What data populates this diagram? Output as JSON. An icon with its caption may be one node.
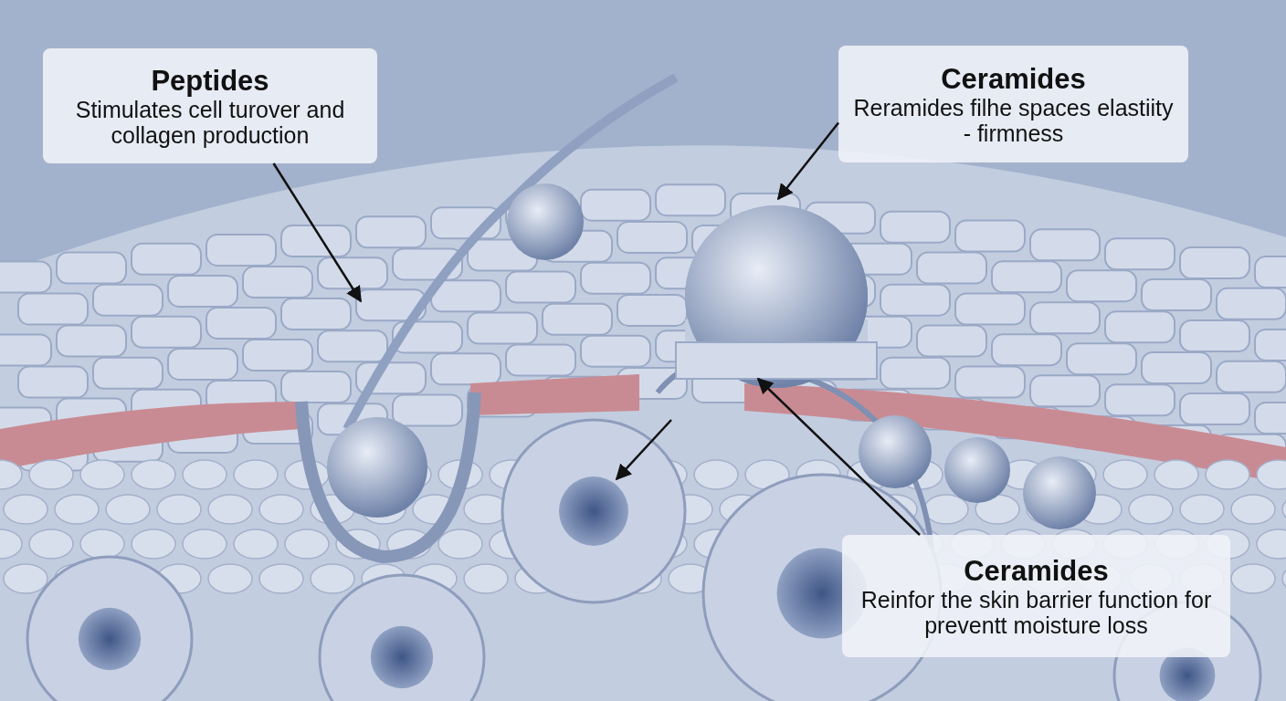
{
  "diagram": {
    "nodes": [
      {
        "text": [
          "Peptides",
          "Stimulates cell turover and collagen production"
        ]
      },
      {
        "text": [
          "Ceramides",
          "Reramides filhe spaces elastiity - firmness"
        ]
      },
      {
        "text": [
          "Ceramides",
          "Reinfor the skin barrier function for preventt moisture loss"
        ]
      }
    ],
    "edges": [
      {
        "from": 0,
        "to": null,
        "arrow": "to"
      },
      {
        "from": 1,
        "to": null,
        "arrow": "to"
      },
      {
        "from": 2,
        "to": null,
        "arrow": "to"
      }
    ]
  }
}
